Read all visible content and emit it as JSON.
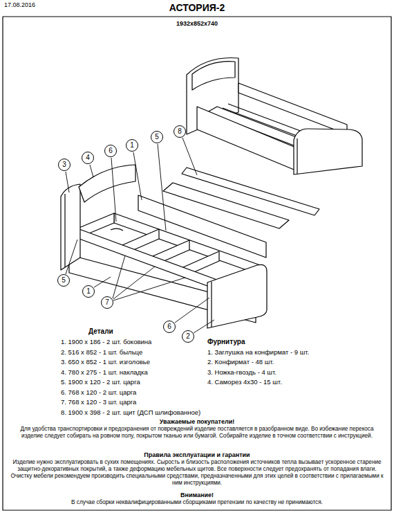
{
  "diagram": {
    "title": "АСТОРИЯ-2",
    "nodes": [
      {
        "text": [
          "3"
        ]
      },
      {
        "text": [
          "4"
        ]
      },
      {
        "text": [
          "6"
        ]
      },
      {
        "text": [
          "1"
        ]
      },
      {
        "text": [
          "5"
        ]
      },
      {
        "text": [
          "8"
        ]
      },
      {
        "text": [
          "5"
        ]
      },
      {
        "text": [
          "1"
        ]
      },
      {
        "text": [
          "7"
        ]
      },
      {
        "text": [
          "6"
        ]
      },
      {
        "text": [
          "2"
        ]
      }
    ],
    "labels": [
      "17.08.2016",
      "1932x852x740",
      "Детали",
      "1. 1900 x 186 - 2 шт. боковина",
      "2. 516 x 852 - 1 шт. быльце",
      "3. 650 x 852 - 1 шт. изголовье",
      "4. 780 x 275 - 1 шт. накладка",
      "5. 1900 x 120 - 2 шт. царга",
      "6. 768 x 120 - 2 шт. царга",
      "7. 768 x 120 - 3 шт. царга",
      "8. 1900 x 398 - 2 шт. щит (ДСП шлифованное)",
      "Фурнитура",
      "1. Заглушка на конфирмат - 9 шт.",
      "2. Конфирмат - 48 шт.",
      "3. Ножка-гвоздь - 4 шт.",
      "4. Саморез 4х30 - 15 шт.",
      "Уважаемые покупатели!",
      "Для удобства транспортировки и предохранения от повреждений изделие поставляется в разобранном виде. Во избежание перекоса изделие следует собирать на ровном полу, покрытом тканью или бумагой. Собирайте изделие в точном соответствии с инструкцией.",
      "Правила эксплуатации и гарантии",
      "Изделие нужно эксплуатировать в сухих помещениях. Сырость и близость расположения источников тепла вызывает ускоренное старение защитно-декоративных покрытий, а также деформацию мебельных щитов. Все поверхности следует предохранять от попадания влаги. Очистку мебели рекомендуем производить специальными средствами, предназначенными для этих целей в соответствии с прилагаемыми к ним инструкциями.",
      "Внимание!",
      "В случае сборки неквалифицированными сборщиками претензии по качеству не принимаются."
    ]
  }
}
